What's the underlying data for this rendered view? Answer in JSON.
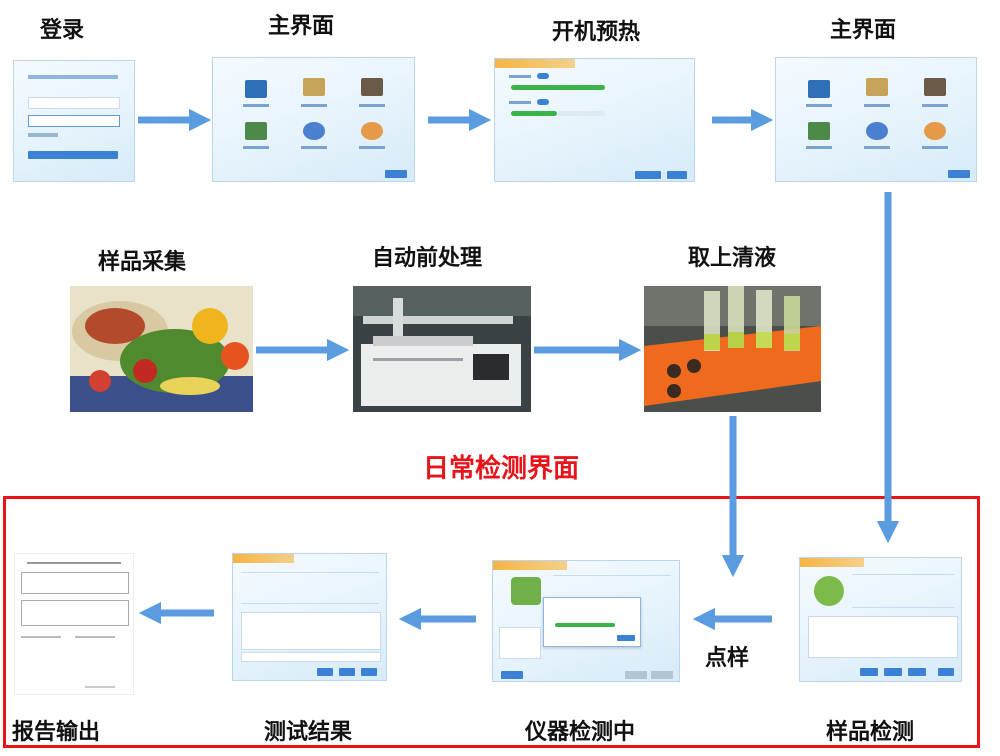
{
  "steps": {
    "login": "登录",
    "main1": "主界面",
    "warmup": "开机预热",
    "main2": "主界面",
    "sampling": "样品采集",
    "pretreat": "自动前处理",
    "supernatant": "取上清液",
    "report": "报告输出",
    "result": "测试结果",
    "testing": "仪器检测中",
    "sample_test": "样品检测"
  },
  "section_title": "日常检测界面",
  "arrow_label": "点样",
  "colors": {
    "arrow": "#5b9be0",
    "frame": "#e8141b",
    "accent": "#3b82d6"
  }
}
